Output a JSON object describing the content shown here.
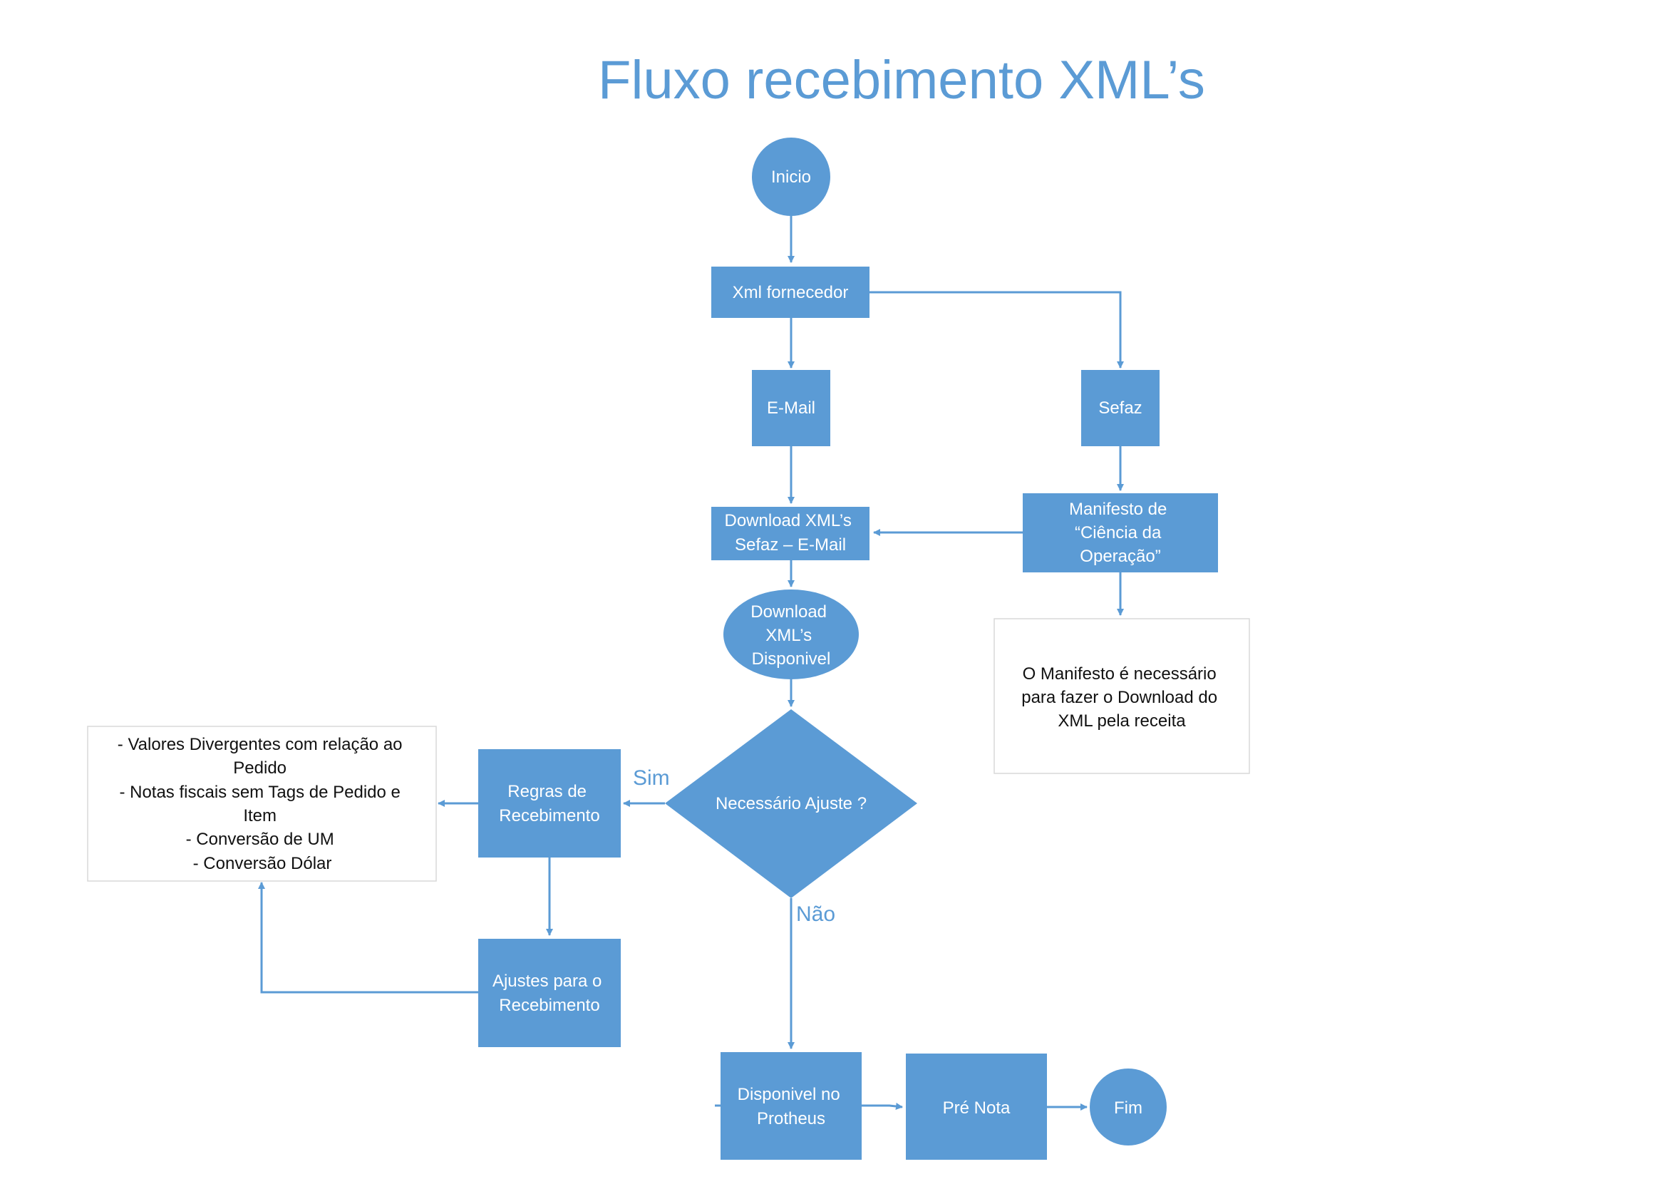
{
  "title": "Fluxo recebimento XML’s",
  "colors": {
    "shape_fill": "#5b9bd5",
    "shape_text": "#ffffff",
    "connector": "#5b9bd5",
    "note_border": "#d9d9d9",
    "note_text": "#111111"
  },
  "nodes": {
    "inicio": "Inicio",
    "xml_fornecedor": "Xml fornecedor",
    "email": "E-Mail",
    "sefaz": "Sefaz",
    "manifesto": [
      "Manifesto de",
      "“Ciência da",
      "Operação”"
    ],
    "download_sefaz_email": [
      "Download XML’s",
      "Sefaz – E-Mail"
    ],
    "download_disponivel": [
      "Download",
      "XML’s",
      "Disponivel"
    ],
    "necessario_ajuste": "Necessário Ajuste ?",
    "regras_recebimento": [
      "Regras de",
      "Recebimento"
    ],
    "ajustes_recebimento": [
      "Ajustes para o",
      "Recebimento"
    ],
    "disponivel_protheus": [
      "Disponivel no",
      "Protheus"
    ],
    "pre_nota": "Pré Nota",
    "fim": "Fim"
  },
  "notes": {
    "manifesto_note": [
      "O Manifesto é necessário",
      "para fazer o Download do",
      "XML pela receita"
    ],
    "divergencias_note": [
      "- Valores Divergentes com relação ao",
      "Pedido",
      "- Notas fiscais sem Tags de Pedido e",
      "Item",
      "- Conversão de UM",
      "- Conversão Dólar"
    ]
  },
  "edge_labels": {
    "sim": "Sim",
    "nao": "Não"
  }
}
